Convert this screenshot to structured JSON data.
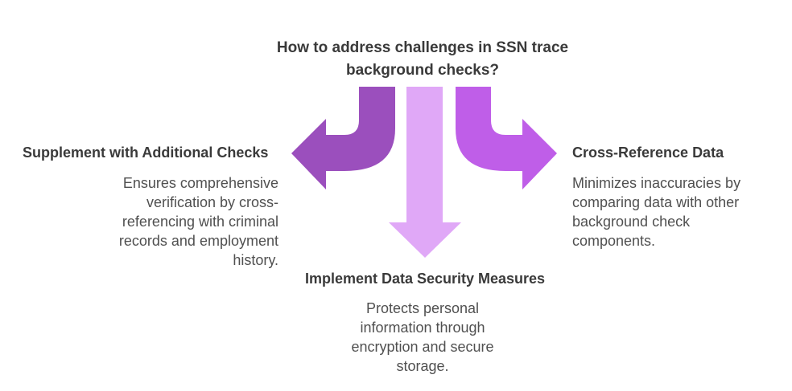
{
  "title": "How to address challenges in SSN trace background checks?",
  "branches": {
    "left": {
      "heading": "Supplement with Additional Checks",
      "description": "Ensures comprehensive verification by cross-referencing with criminal records and employment history.",
      "color": "#9b4fbd"
    },
    "center": {
      "heading": "Implement Data Security Measures",
      "description": "Protects personal information through encryption and secure storage.",
      "color": "#e0a8f7"
    },
    "right": {
      "heading": "Cross-Reference Data",
      "description": "Minimizes inaccuracies by comparing data with other background check components.",
      "color": "#bf5ee8"
    }
  }
}
